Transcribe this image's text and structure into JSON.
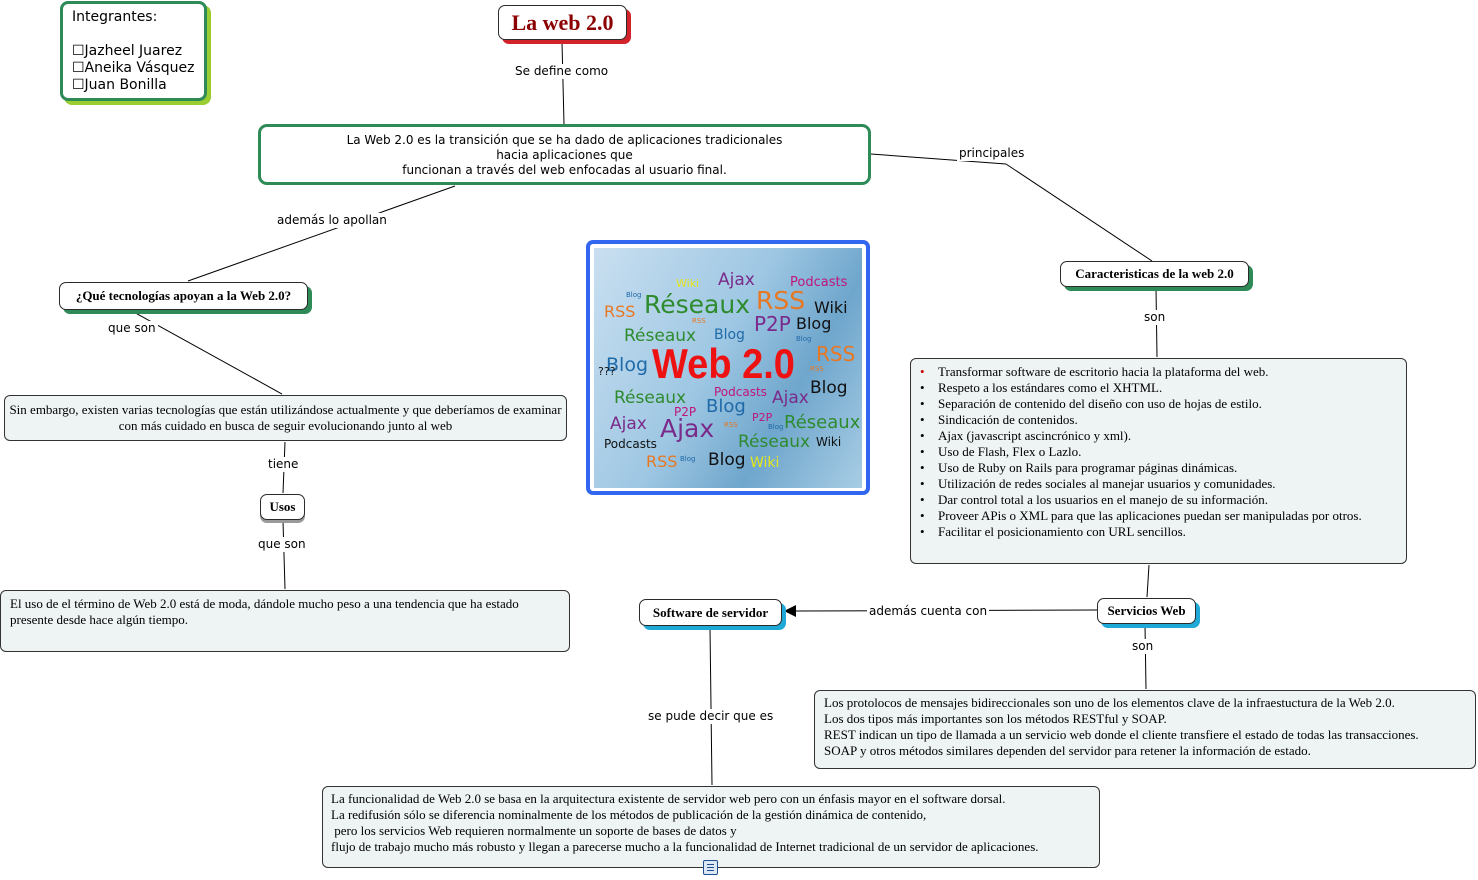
{
  "members": {
    "heading": "Integrantes:",
    "names": [
      "☐Jazheel Juarez",
      "☐Aneika Vásquez",
      "☐Juan Bonilla"
    ]
  },
  "title": "La web 2.0",
  "definition": [
    "La Web 2.0 es la transición que se ha dado de aplicaciones tradicionales",
    "hacia aplicaciones que",
    "funcionan a través del web enfocadas al usuario final."
  ],
  "links": {
    "se_define": "Se define como",
    "principales": "principales",
    "ademas_apollan": "además lo apollan",
    "que_son": "que son",
    "tiene": "tiene",
    "que_son2": "que son",
    "son_car": "son",
    "ademas_cuenta": "además cuenta con",
    "son_serv": "son",
    "se_pude": "se pude decir que es"
  },
  "nodes": {
    "question": "¿Qué tecnologías apoyan a la Web 2.0?",
    "sin_embargo": "Sin embargo, existen varias tecnologías que están utilizándose actualmente y que deberíamos de examinar con más cuidado en busca de seguir evolucionando junto al web",
    "usos": "Usos",
    "usos_text": "El uso de el término de Web 2.0 está de moda, dándole mucho peso a una tendencia que ha estado presente desde hace algún tiempo.",
    "caracteristicas": "Caracteristicas de la web 2.0",
    "servicios": "Servicios Web",
    "software": "Software de servidor"
  },
  "characteristics": [
    "Transformar software de escritorio hacia la plataforma del web.",
    "Respeto a los estándares como el XHTML.",
    "Separación de contenido del diseño con uso de hojas de estilo.",
    "Sindicación de contenidos.",
    "Ajax (javascript ascincrónico y xml).",
    "Uso de Flash, Flex o Lazlo.",
    "Uso de Ruby on Rails para programar páginas dinámicas.",
    "Utilización de redes sociales al manejar usuarios y comunidades.",
    "Dar control total a los usuarios en el manejo de su información.",
    "Proveer APis o XML para que las aplicaciones puedan ser manipuladas por otros.",
    "Facilitar el posicionamiento con URL sencillos."
  ],
  "services_text": [
    "Los protolocos de mensajes bidireccionales son uno de los elementos clave de la infraestuctura de la Web 2.0.",
    "Los dos tipos más importantes son los métodos RESTful y SOAP.",
    "REST indican un tipo de llamada a un servicio web donde el cliente transfiere el estado de todas las transacciones.",
    "SOAP y otros métodos similares dependen del servidor para retener la información de estado."
  ],
  "software_text": [
    "La funcionalidad de Web 2.0 se basa en la arquitectura existente de servidor web pero con un énfasis mayor en el software dorsal.",
    "La redifusión sólo se diferencia nominalmente de los métodos de publicación de la gestión dinámica de contenido,",
    " pero los servicios Web requieren normalmente un soporte de bases de datos y",
    "flujo de trabajo mucho más robusto y llegan a parecerse mucho a la funcionalidad de Internet tradicional de un servidor de aplicaciones."
  ],
  "word_cloud": [
    {
      "t": "Wiki",
      "c": "#e6e619"
    },
    {
      "t": "Ajax",
      "c": "#7a2a8a"
    },
    {
      "t": "Podcasts",
      "c": "#c0157a"
    },
    {
      "t": "Blog",
      "c": "#1f6aa8"
    },
    {
      "t": "Réseaux",
      "c": "#2e8b2e"
    },
    {
      "t": "RSS",
      "c": "#e87722"
    },
    {
      "t": "Wiki",
      "c": "#111111"
    },
    {
      "t": "RSS",
      "c": "#e87722"
    },
    {
      "t": "RSS",
      "c": "#e87722"
    },
    {
      "t": "P2P",
      "c": "#7a2a8a"
    },
    {
      "t": "Blog",
      "c": "#111111"
    },
    {
      "t": "Réseaux",
      "c": "#2e8b2e"
    },
    {
      "t": "Blog",
      "c": "#1f6aa8"
    },
    {
      "t": "Blog",
      "c": "#1f6aa8"
    },
    {
      "t": "RSS",
      "c": "#e87722"
    },
    {
      "t": "Blog",
      "c": "#1f6aa8"
    },
    {
      "t": "???",
      "c": "#111111"
    },
    {
      "t": "Web 2.0",
      "c": "#ee1111"
    },
    {
      "t": "RSS",
      "c": "#e87722"
    },
    {
      "t": "Podcasts",
      "c": "#c0157a"
    },
    {
      "t": "Blog",
      "c": "#111111"
    },
    {
      "t": "Réseaux",
      "c": "#2e8b2e"
    },
    {
      "t": "Ajax",
      "c": "#7a2a8a"
    },
    {
      "t": "P2P",
      "c": "#c0157a"
    },
    {
      "t": "Blog",
      "c": "#1f6aa8"
    },
    {
      "t": "P2P",
      "c": "#c0157a"
    },
    {
      "t": "Réseaux",
      "c": "#2e8b2e"
    },
    {
      "t": "Ajax",
      "c": "#7a2a8a"
    },
    {
      "t": "Ajax",
      "c": "#7a2a8a"
    },
    {
      "t": "RSS",
      "c": "#e87722"
    },
    {
      "t": "Blog",
      "c": "#1f6aa8"
    },
    {
      "t": "Podcasts",
      "c": "#111111"
    },
    {
      "t": "Réseaux",
      "c": "#2e8b2e"
    },
    {
      "t": "Wiki",
      "c": "#111111"
    },
    {
      "t": "RSS",
      "c": "#e87722"
    },
    {
      "t": "Blog",
      "c": "#1f6aa8"
    },
    {
      "t": "Blog",
      "c": "#111111"
    },
    {
      "t": "Wiki",
      "c": "#e6e619"
    }
  ],
  "colors": {
    "green_border": "#2e8b57",
    "title_shadow": "#d2232a",
    "blue_shadow": "#1fa9d6",
    "image_border": "#3366ee"
  }
}
